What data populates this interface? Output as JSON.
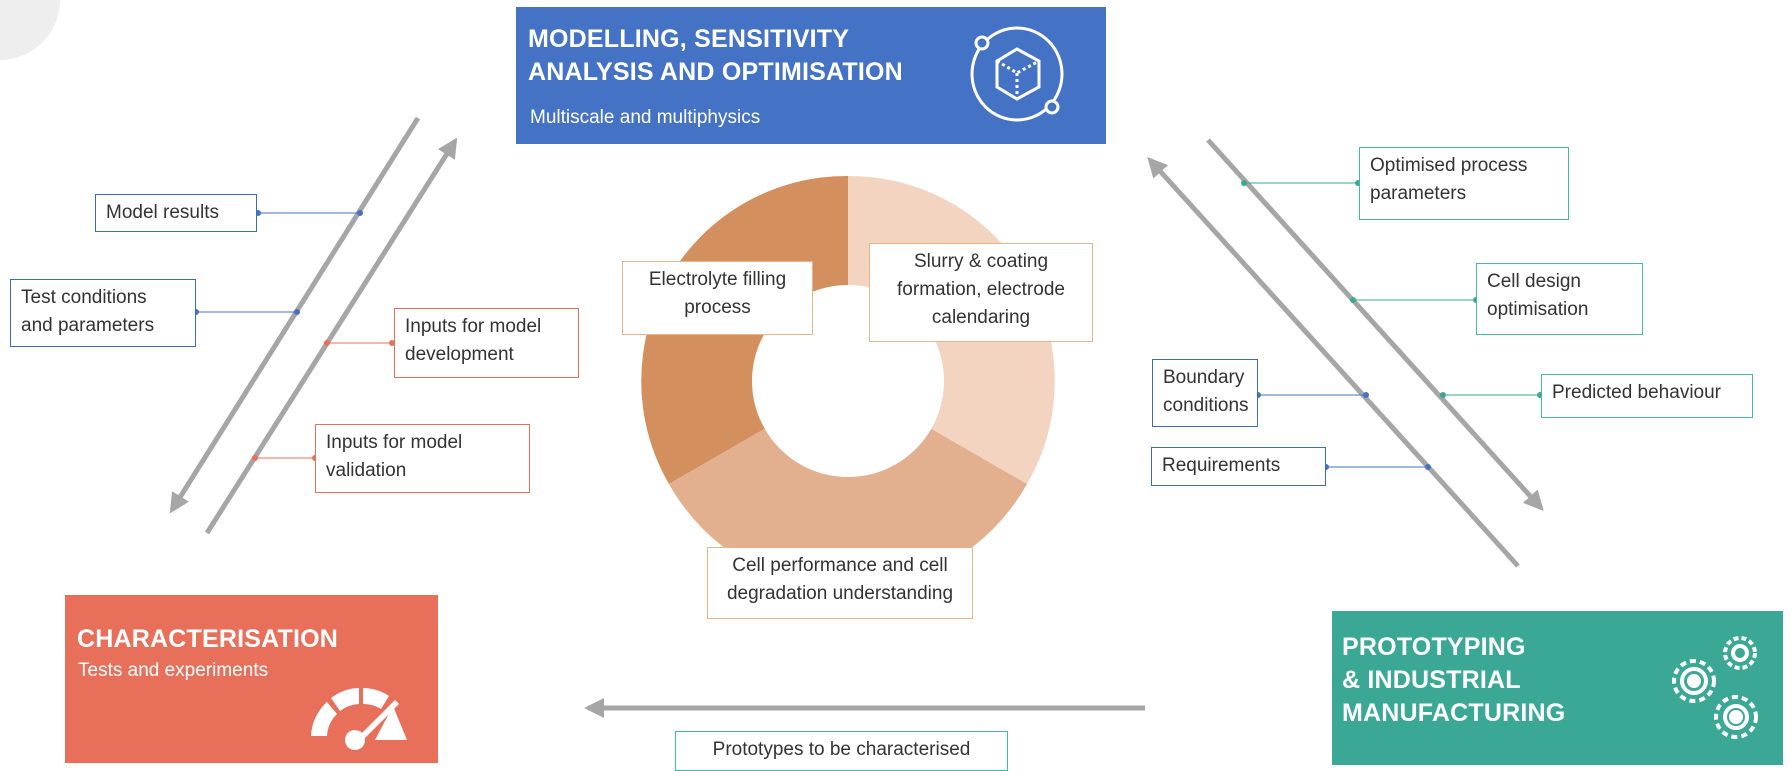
{
  "panels": {
    "modelling": {
      "title": "MODELLING, SENSITIVITY\nANALYSIS AND OPTIMISATION",
      "subtitle": "Multiscale and multiphysics",
      "color": "#4472c4"
    },
    "characterisation": {
      "title": "CHARACTERISATION",
      "subtitle": "Tests and experiments",
      "color": "#e8705a"
    },
    "prototyping": {
      "title": "PROTOTYPING\n& INDUSTRIAL\nMANUFACTURING",
      "color": "#3aa895"
    }
  },
  "donut": {
    "segments": [
      "Electrolyte filling\nprocess",
      "Slurry & coating\nformation, electrode\ncalendaring",
      "Cell performance and cell\ndegradation understanding"
    ],
    "colors": [
      "#d48f5e",
      "#f2d4c0",
      "#e3b08f"
    ]
  },
  "left_links": {
    "model_results": "Model results",
    "test_conditions": "Test conditions\nand parameters",
    "inputs_development": "Inputs for model\ndevelopment",
    "inputs_validation": "Inputs for model\nvalidation"
  },
  "right_links": {
    "optimised_process": "Optimised process\nparameters",
    "cell_design": "Cell design\noptimisation",
    "predicted_behaviour": "Predicted behaviour",
    "boundary_conditions": "Boundary\nconditions",
    "requirements": "Requirements"
  },
  "bottom_link": "Prototypes to be characterised",
  "colors": {
    "arrow": "#a6a6a6",
    "blue": "#4472c4",
    "orange": "#e8705a",
    "teal": "#3aa895"
  },
  "icons": [
    "cube-icon",
    "gauge-icon",
    "gears-icon"
  ]
}
